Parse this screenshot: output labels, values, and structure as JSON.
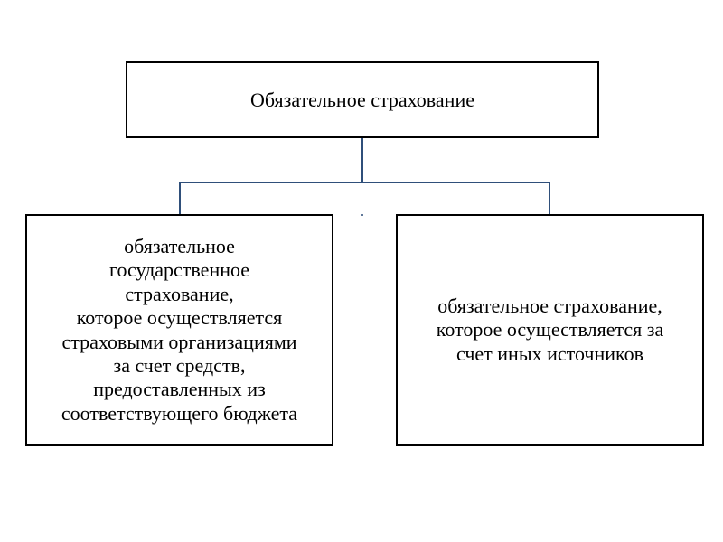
{
  "diagram": {
    "top": {
      "label": "Обязательное страхование"
    },
    "left": {
      "lines": [
        "обязательное",
        "государственное",
        "страхование,",
        "которое осуществляется",
        "страховыми организациями",
        "за счет средств,",
        "предоставленных из",
        "соответствующего бюджета"
      ]
    },
    "right": {
      "lines": [
        "обязательное страхование,",
        "которое осуществляется за",
        "счет иных источников"
      ]
    },
    "colors": {
      "connector": "#2f4f7a",
      "box_border": "#000000"
    }
  }
}
